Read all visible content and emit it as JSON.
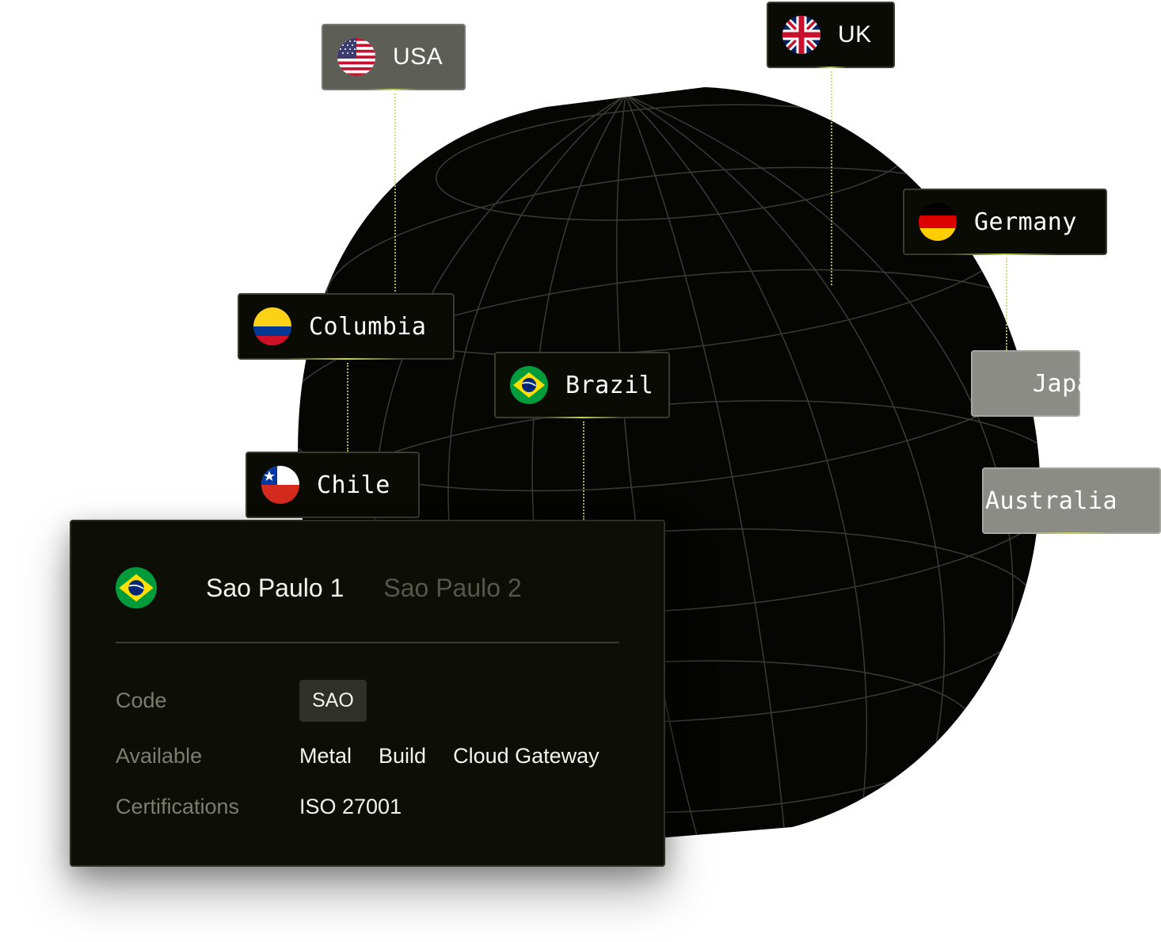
{
  "tags": {
    "usa": "USA",
    "uk": "UK",
    "germany": "Germany",
    "japan": "Japan",
    "columbia": "Columbia",
    "brazil": "Brazil",
    "australia": "Australia",
    "chile": "Chile"
  },
  "card": {
    "tabs": [
      "Sao Paulo 1",
      "Sao Paulo 2"
    ],
    "code_label": "Code",
    "code_value": "SAO",
    "available_label": "Available",
    "available_values": [
      "Metal",
      "Build",
      "Cloud Gateway"
    ],
    "certifications_label": "Certifications",
    "certifications_value": "ISO 27001"
  },
  "colors": {
    "globe": "#050603",
    "globe_lines": "#3a3b33",
    "tag_dark": "#0a0b04",
    "tag_grey": "#5d5f57",
    "accent_lime": "#c8d65a",
    "card_bg": "#0d0e06"
  }
}
